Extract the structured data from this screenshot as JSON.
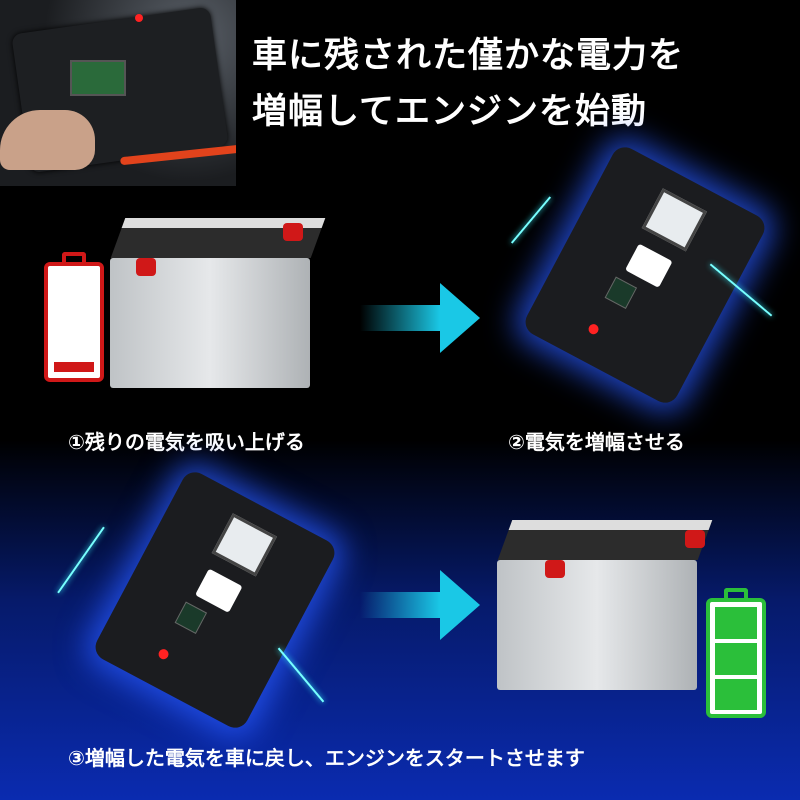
{
  "headline": {
    "line1": "車に残された僅かな電力を",
    "line2": "増幅してエンジンを始動"
  },
  "steps": [
    {
      "caption": "①残りの電気を吸い上げる"
    },
    {
      "caption": "②電気を増幅させる"
    },
    {
      "caption": "③増幅した電気を車に戻し、エンジンをスタートさせます"
    }
  ],
  "colors": {
    "accent_arrow": "#1ac8e6",
    "battery_low": "#d01818",
    "battery_full": "#2bbf3a",
    "glow": "#2850ff",
    "background_bottom": "#0a2bb0"
  },
  "battery_levels": {
    "low": 0.1,
    "full": 1.0
  }
}
